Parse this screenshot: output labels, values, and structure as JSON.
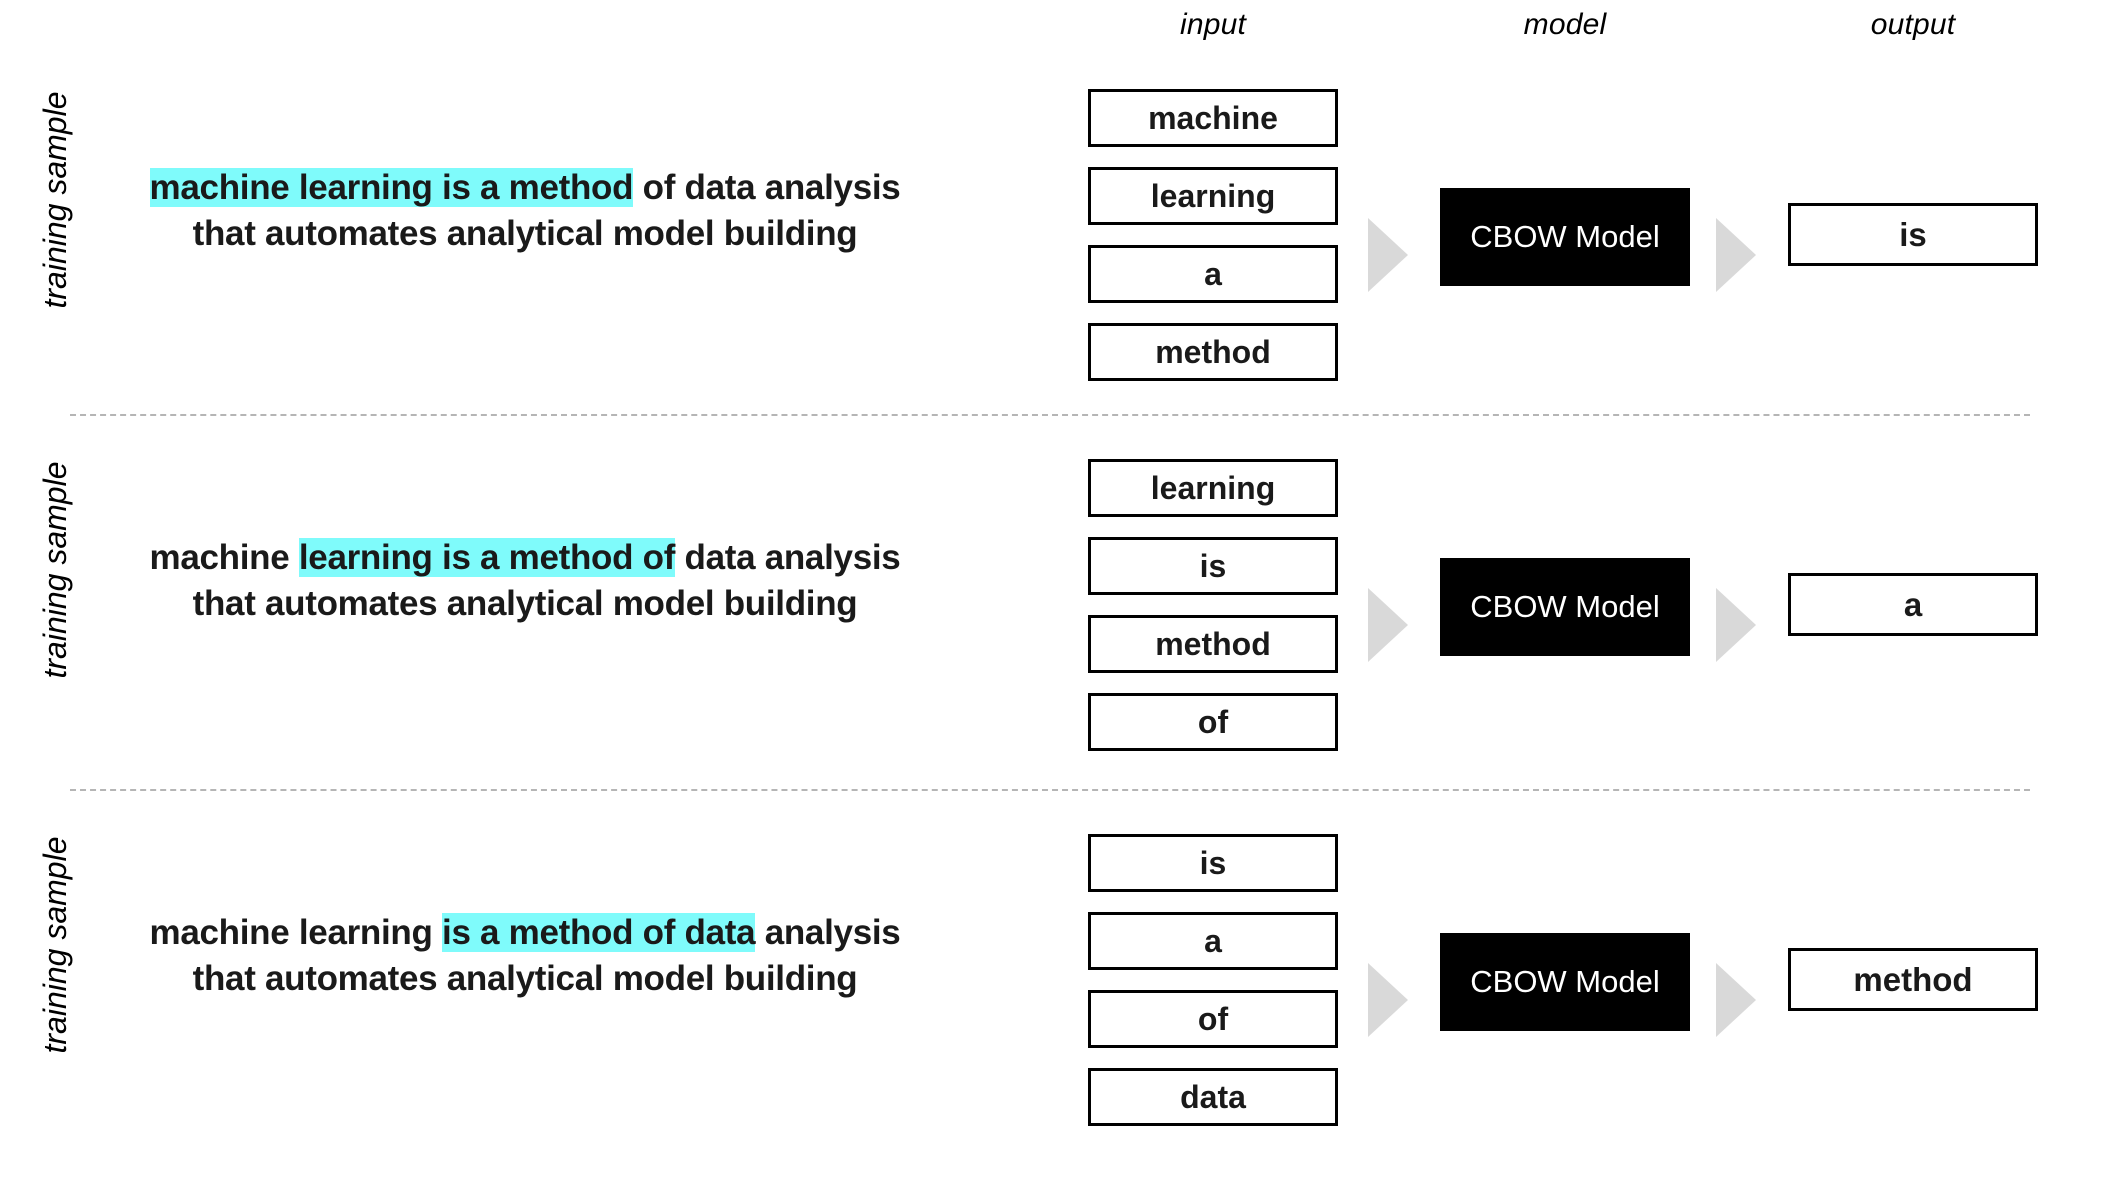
{
  "headers": {
    "input": "input",
    "model": "model",
    "output": "output"
  },
  "colors": {
    "highlight": "#7ffbfb",
    "arrow": "#d9d9d9",
    "model_box_bg": "#000000",
    "model_box_text": "#ffffff",
    "box_border": "#000000",
    "separator": "#b5b5b5",
    "text": "#1a1a1a"
  },
  "sentence": {
    "line1_prefix": "",
    "line2": "that automates analytical model building"
  },
  "rows": [
    {
      "label": "training sample",
      "sentence": {
        "before": "",
        "highlight": "machine learning is a method",
        "after": " of data analysis",
        "line2": "that automates analytical model building"
      },
      "inputs": [
        "machine",
        "learning",
        "a",
        "method"
      ],
      "model": "CBOW Model",
      "output": "is"
    },
    {
      "label": "training sample",
      "sentence": {
        "before": "machine ",
        "highlight": "learning is a method of",
        "after": " data analysis",
        "line2": "that automates analytical model building"
      },
      "inputs": [
        "learning",
        "is",
        "method",
        "of"
      ],
      "model": "CBOW Model",
      "output": "a"
    },
    {
      "label": "training sample",
      "sentence": {
        "before": "machine learning ",
        "highlight": "is a method of data",
        "after": " analysis",
        "line2": "that automates analytical model building"
      },
      "inputs": [
        "is",
        "a",
        "of",
        "data"
      ],
      "model": "CBOW Model",
      "output": "method"
    }
  ]
}
